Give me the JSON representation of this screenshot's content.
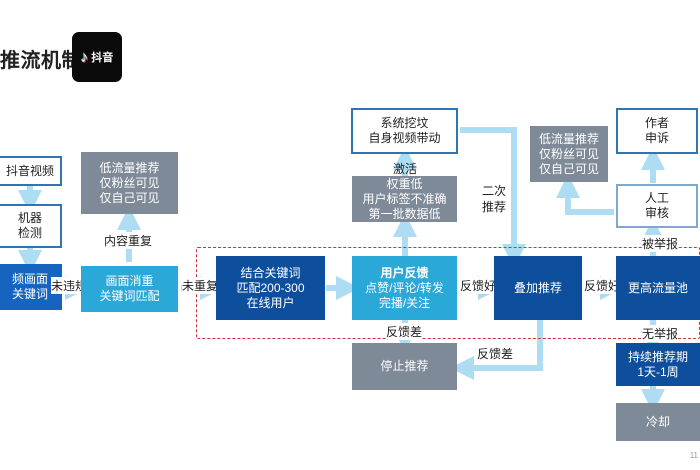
{
  "title": "推流机制",
  "logo": {
    "icon": "tiktok-note-icon",
    "text": "抖音"
  },
  "boxes": {
    "video": "抖音视频",
    "machine": [
      "机器",
      "检测"
    ],
    "frame_kw": [
      "频画面",
      "关键词"
    ],
    "low_rec_left": [
      "低流量推荐",
      "仅粉丝可见",
      "仅自己可见"
    ],
    "dedupe": [
      "画面消重",
      "关键词匹配"
    ],
    "match": [
      "结合关键词",
      "匹配200-300",
      "在线用户"
    ],
    "feedback_title": "用户反馈",
    "feedback_detail": [
      "点赞/评论/转发",
      "完播/关注"
    ],
    "weight_low": [
      "权重低",
      "用户标签不准确",
      "第一批数据低"
    ],
    "mining": [
      "系统挖坟",
      "自身视频带动"
    ],
    "stop": "停止推荐",
    "stack": "叠加推荐",
    "low_rec_right": [
      "低流量推荐",
      "仅粉丝可见",
      "仅自己可见"
    ],
    "appeal": [
      "作者",
      "申诉"
    ],
    "manual": [
      "人工",
      "审核"
    ],
    "higher_pool": "更高流量池",
    "continue": [
      "持续推荐期",
      "1天-1周"
    ],
    "cool": "冷却"
  },
  "labels": {
    "no_violation": "未违规",
    "no_duplicate": "未重复",
    "content_duplicate": "内容重复",
    "activate": "激活",
    "feedback_good_1": "反馈好",
    "feedback_good_2": "反馈好",
    "feedback_bad_1": "反馈差",
    "feedback_bad_2": "反馈差",
    "second_rec": [
      "二次",
      "推荐"
    ],
    "reported": "被举报",
    "not_reported": "无举报"
  },
  "page_number": "11",
  "colors": {
    "arrow": "#aedcf2",
    "box_gray": "#7f8a99",
    "box_blue": "#1565c0",
    "box_navy": "#0d4f9c",
    "box_light": "#2aa8d8",
    "dash": "#d0303a",
    "border_blue": "#2e75b6"
  }
}
